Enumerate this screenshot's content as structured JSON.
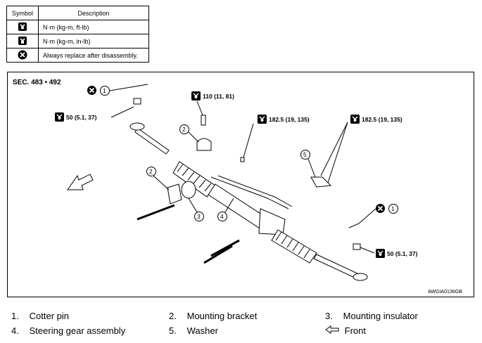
{
  "legend": {
    "header_symbol": "Symbol",
    "header_description": "Description",
    "rows": [
      {
        "icon": "torque-wrench-icon",
        "description": "N·m (kg-m, ft-lb)"
      },
      {
        "icon": "torque-wrench-inlb-icon",
        "description": "N·m (kg-m, in-lb)"
      },
      {
        "icon": "always-replace-icon",
        "description": "Always replace after disassembly."
      }
    ]
  },
  "diagram": {
    "section": "SEC. 483 • 492",
    "code": "AWGIA0136GB",
    "torques": {
      "t110": "110 (11, 81)",
      "t50_top": "50 (5.1, 37)",
      "t182_left": "182.5 (19, 135)",
      "t182_right": "182.5 (19, 135)",
      "t50_bottom": "50 (5.1, 37)"
    },
    "callouts": {
      "c1_top": "1",
      "c2_top": "2",
      "c2_left": "2",
      "c3": "3",
      "c4": "4",
      "c5": "5",
      "c1_right": "1"
    }
  },
  "parts": [
    {
      "num": "1.",
      "name": "Cotter pin"
    },
    {
      "num": "2.",
      "name": "Mounting bracket"
    },
    {
      "num": "3.",
      "name": "Mounting insulator"
    },
    {
      "num": "4.",
      "name": "Steering gear assembly"
    },
    {
      "num": "5.",
      "name": "Washer"
    },
    {
      "num": "",
      "name": "Front"
    }
  ]
}
